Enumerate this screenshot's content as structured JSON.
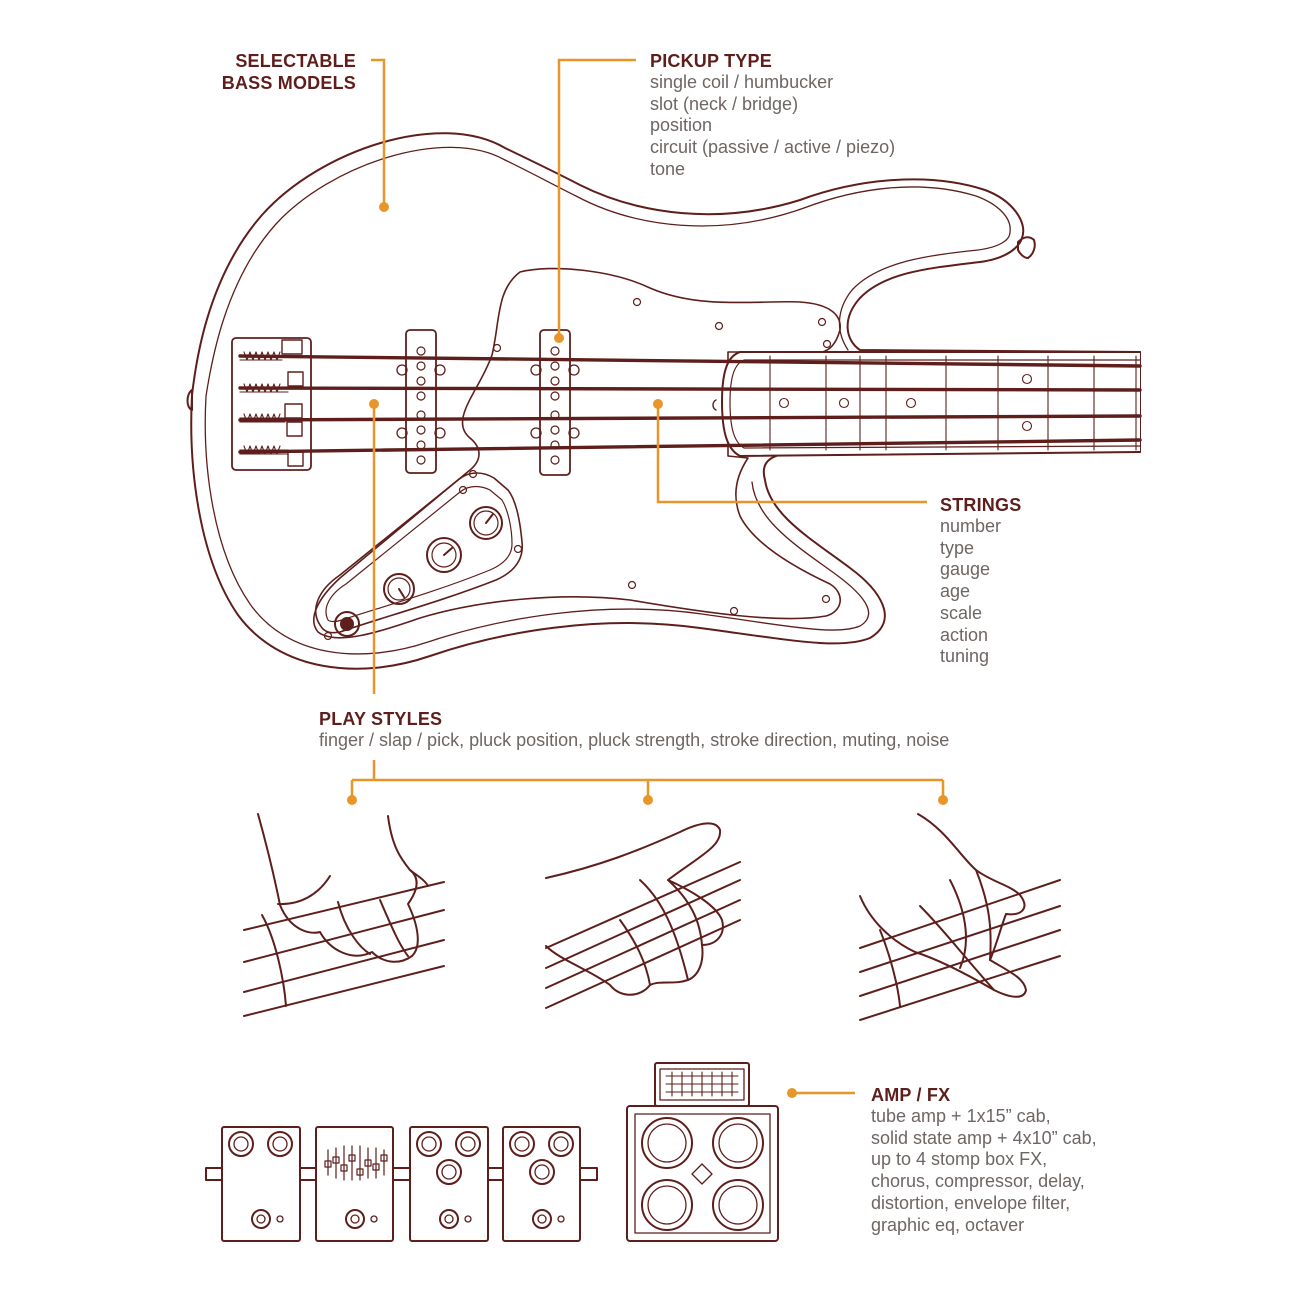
{
  "colors": {
    "outline": "#5e1f1c",
    "accent": "#e8962b",
    "text": "#6e6663",
    "fill": "#ffffff"
  },
  "labels": {
    "bass_models": {
      "title_line1": "SELECTABLE",
      "title_line2": "BASS MODELS"
    },
    "pickup": {
      "title": "PICKUP TYPE",
      "lines": [
        "single coil / humbucker",
        "slot (neck / bridge)",
        "position",
        "circuit (passive / active / piezo)",
        "tone"
      ]
    },
    "strings": {
      "title": "STRINGS",
      "lines": [
        "number",
        "type",
        "gauge",
        "age",
        "scale",
        "action",
        "tuning"
      ]
    },
    "play_styles": {
      "title": "PLAY STYLES",
      "line": "finger / slap / pick, pluck position, pluck strength, stroke direction, muting, noise"
    },
    "amp_fx": {
      "title": "AMP / FX",
      "lines": [
        "tube amp + 1x15” cab,",
        "solid state amp + 4x10” cab,",
        "up to 4 stomp box FX,",
        "chorus, compressor, delay,",
        "distortion, envelope filter,",
        "graphic eq, octaver"
      ]
    }
  },
  "illustrations": {
    "guitar": "jazz-bass-guitar",
    "hands": [
      "finger-style-hand",
      "slap-style-hand",
      "pick-style-hand"
    ],
    "pedals": [
      "overdrive-pedal",
      "graphic-eq-pedal",
      "fuzz-pedal",
      "octaver-pedal"
    ],
    "amp": "amp-head-and-4x10-cabinet"
  }
}
